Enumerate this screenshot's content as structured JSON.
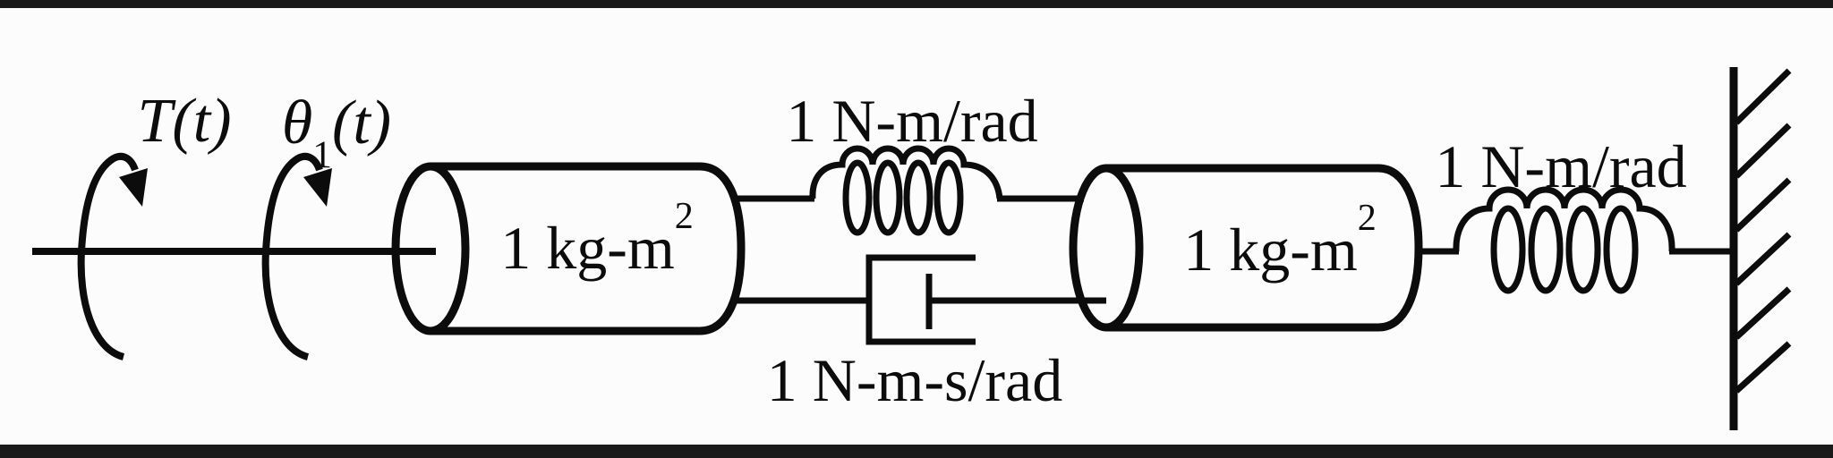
{
  "colors": {
    "ink": "#0c0c0c",
    "background": "#fcfcfc",
    "edge_bar": "#1a1a1a"
  },
  "labels": {
    "torque": {
      "symbol": "T",
      "arg": "(t)"
    },
    "theta1": {
      "symbol": "θ",
      "subscript": "1",
      "arg": "(t)"
    },
    "inertia1": {
      "base": "1 kg-m",
      "superscript": "2"
    },
    "spring1": {
      "text": "1 N-m/rad"
    },
    "damper1": {
      "text": "1 N-m-s/rad"
    },
    "inertia2": {
      "base": "1 kg-m",
      "superscript": "2"
    },
    "spring2": {
      "text": "1 N-m/rad"
    }
  }
}
